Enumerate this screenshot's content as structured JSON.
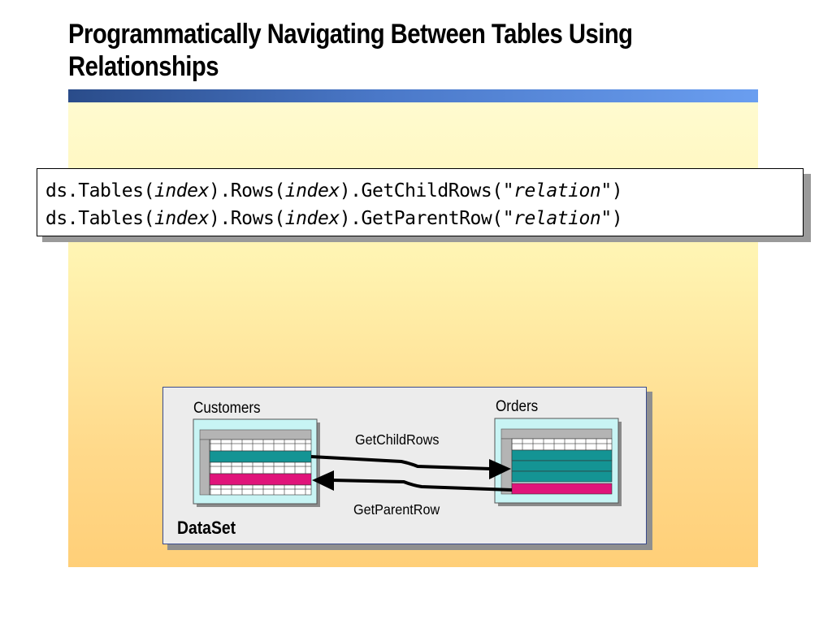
{
  "title": {
    "line1": "Programmatically Navigating Between Tables Using",
    "line2": "Relationships"
  },
  "code": {
    "line1": {
      "p1": "ds.Tables(",
      "a1": "index",
      "p2": ").Rows(",
      "a2": "index",
      "p3": ").GetChildRows(\"",
      "a3": "relation",
      "p4": "\")"
    },
    "line2": {
      "p1": "ds.Tables(",
      "a1": "index",
      "p2": ").Rows(",
      "a2": "index",
      "p3": ").GetParentRow(\"",
      "a3": "relation",
      "p4": "\")"
    }
  },
  "diagram": {
    "container_label": "DataSet",
    "left_table_label": "Customers",
    "right_table_label": "Orders",
    "arrow_top_label": "GetChildRows",
    "arrow_bottom_label": "GetParentRow"
  },
  "colors": {
    "title_bar_start": "#2a4c8a",
    "title_bar_end": "#6a9ef0",
    "panel_top": "#fffbd0",
    "panel_bottom": "#ffcf78",
    "table_bg": "#c8f4f4",
    "teal_row": "#149494",
    "magenta_row": "#e0147a",
    "header_gray": "#b4b4b4",
    "diagram_bg": "#ececec"
  }
}
